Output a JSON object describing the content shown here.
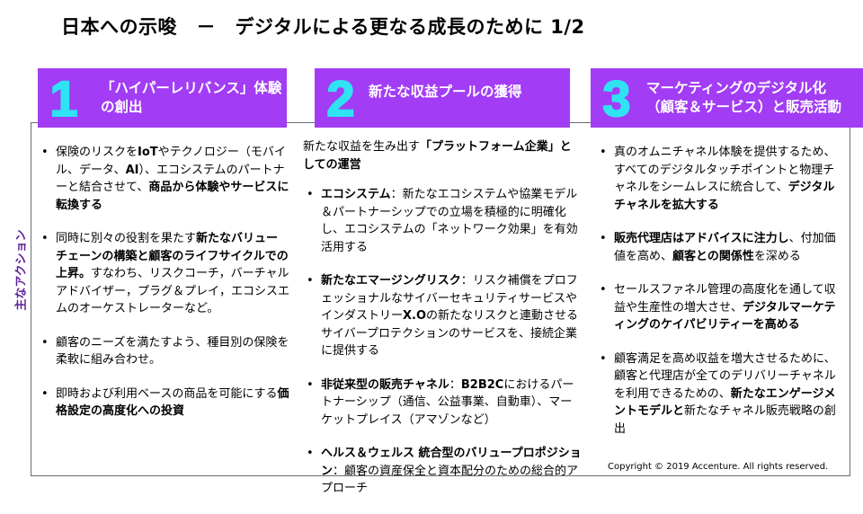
{
  "title": "日本への示唆　－　デジタルによる更なる成長のために 1/2",
  "side_label": "主なアクション",
  "colors": {
    "header": "#a23cf5",
    "number": "#2fe3f2",
    "side": "#5a1e9b"
  },
  "panels": [
    {
      "number": "1",
      "heading_line1": "「ハイパーレリバンス」体験",
      "heading_line2": "の創出",
      "items": [
        [
          {
            "t": "保険のリスクを"
          },
          {
            "t": "IoT",
            "b": 1
          },
          {
            "t": "やテクノロジー（モバイル、データ、"
          },
          {
            "t": "AI",
            "b": 1
          },
          {
            "t": "）、エコシステムのパートナーと結合させて、"
          },
          {
            "t": "商品から体験やサービスに転換する",
            "b": 1
          }
        ],
        [
          {
            "t": "同時に別々の役割を果たす"
          },
          {
            "t": "新たなバリューチェーンの構築と顧客のライフサイクルでの上昇。",
            "b": 1
          },
          {
            "t": "すなわち、リスクコーチ，バーチャルアドバイザー，プラグ＆プレイ，エコシスエムのオーケストレーターなど。"
          }
        ],
        [
          {
            "t": "顧客のニーズを満たすよう、種目別の保険を柔軟に組み合わせ。"
          }
        ],
        [
          {
            "t": "即時および利用ベースの商品を可能にする"
          },
          {
            "t": "価格設定の高度化への投資",
            "b": 1
          }
        ]
      ]
    },
    {
      "number": "2",
      "heading_line1": "新たな収益プールの獲得",
      "heading_line2": "",
      "lead": [
        {
          "t": "新たな収益を生み出す"
        },
        {
          "t": "「プラットフォーム企業」としての運営",
          "b": 1
        }
      ],
      "items": [
        [
          {
            "t": "エコシステム",
            "b": 1
          },
          {
            "t": "：新たなエコシステムや協業モデル＆パートナーシップでの立場を積極的に明確化し、エコシステムの「ネットワーク効果」を有効活用する"
          }
        ],
        [
          {
            "t": "新たなエマージングリスク",
            "b": 1
          },
          {
            "t": "：リスク補償をプロフェッショナルなサイバーセキュリティサービスやインダストリー"
          },
          {
            "t": "X.O",
            "b": 1
          },
          {
            "t": "の新たなリスクと連動させるサイバープロテクションのサービスを、接続企業に提供する"
          }
        ],
        [
          {
            "t": "非従来型の販売チャネル",
            "b": 1
          },
          {
            "t": "："
          },
          {
            "t": "B2B2C",
            "b": 1
          },
          {
            "t": "におけるパートナーシップ（通信、公益事業、自動車）、マーケットプレイス（アマゾンなど）"
          }
        ],
        [
          {
            "t": "ヘルス＆ウェルス 統合型のバリュープロポジション",
            "b": 1
          },
          {
            "t": "：顧客の資産保全と資本配分のための総合的アプローチ"
          }
        ]
      ]
    },
    {
      "number": "3",
      "heading_line1": "マーケティングのデジタル化",
      "heading_line2": "（顧客＆サービス）と販売活動",
      "items": [
        [
          {
            "t": "真のオムニチャネル体験を提供するため、すべてのデジタルタッチポイントと物理チャネルをシームレスに統合して、"
          },
          {
            "t": "デジタルチャネルを拡大する",
            "b": 1
          }
        ],
        [
          {
            "t": "販売代理店はアドバイスに注力し",
            "b": 1
          },
          {
            "t": "、付加価値を高め、"
          },
          {
            "t": "顧客との関係性",
            "b": 1
          },
          {
            "t": "を深める"
          }
        ],
        [
          {
            "t": "セールスファネル管理の高度化を通して収益や生産性の増大させ、"
          },
          {
            "t": "デジタルマーケティングのケイパビリティーを高める",
            "b": 1
          }
        ],
        [
          {
            "t": "顧客満足を高め収益を増大させるために、顧客と代理店が全てのデリバリーチャネルを利用できるための、"
          },
          {
            "t": "新たなエンゲージメントモデルと",
            "b": 1
          },
          {
            "t": "新たなチャネル販売戦略の創出"
          }
        ]
      ]
    }
  ],
  "copyright": "Copyright © 2019 Accenture. All rights reserved."
}
